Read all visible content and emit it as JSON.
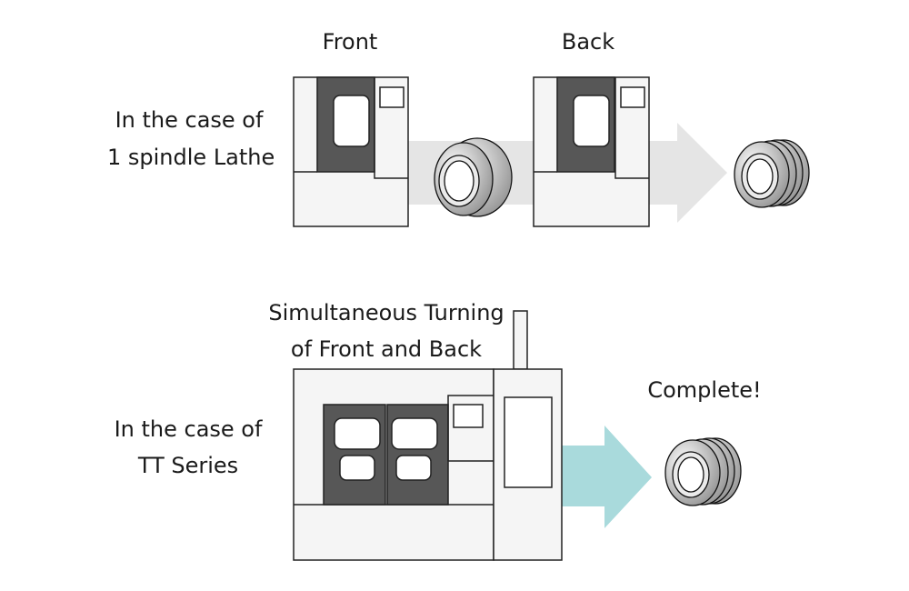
{
  "top_row": {
    "label_line1": "In the case of",
    "label_line2": "1 spindle Lathe",
    "front_label": "Front",
    "back_label": "Back"
  },
  "bottom_row": {
    "label_line1": "In the case of",
    "label_line2": "TT Series",
    "machine_caption_line1": "Simultaneous Turning",
    "machine_caption_line2": "of Front and Back",
    "result_label": "Complete!"
  },
  "colors": {
    "machine_body": "#f5f5f5",
    "machine_door": "#575757",
    "outline": "#222222",
    "gray_arrow": "#e5e5e5",
    "teal_arrow": "#a9dadc"
  }
}
